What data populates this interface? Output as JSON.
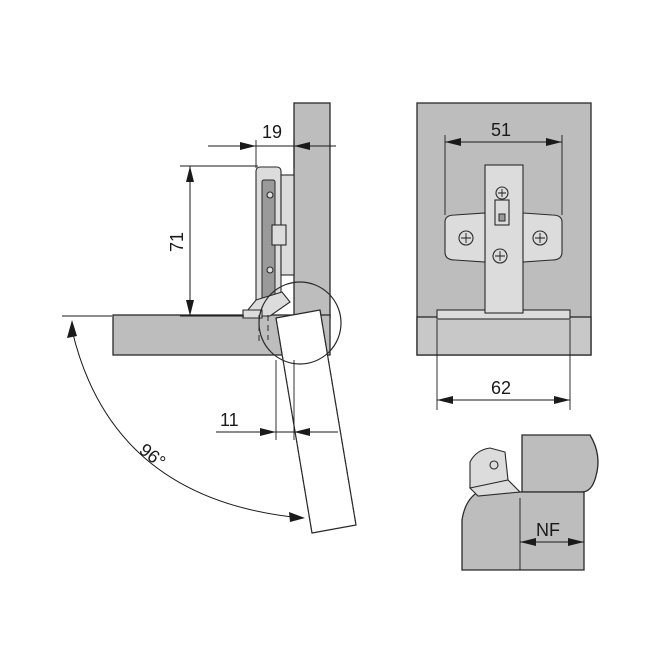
{
  "dimensions": {
    "side_depth": "19",
    "side_height": "71",
    "door_offset": "11",
    "opening_angle": "96°",
    "front_plate_width": "51",
    "front_base_width": "62",
    "detail_label": "NF"
  },
  "colors": {
    "panel": "#bdbdbd",
    "metal": "#dcdcdc",
    "line": "#2a2a2a"
  }
}
